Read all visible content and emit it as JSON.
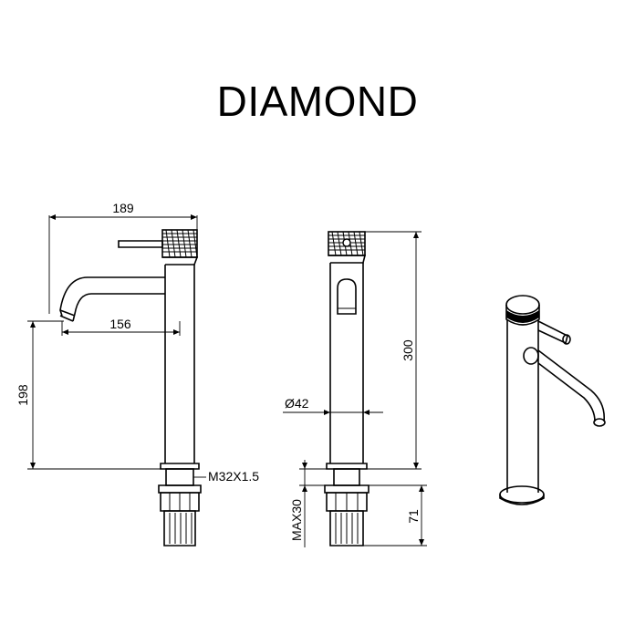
{
  "title": "DIAMOND",
  "dimensions": {
    "overall_reach": "189",
    "spout_reach": "156",
    "spout_height": "198",
    "thread": "M32X1.5",
    "body_diameter": "Ø42",
    "overall_height": "300",
    "max_deck": "MAX30",
    "tail_length": "71"
  }
}
